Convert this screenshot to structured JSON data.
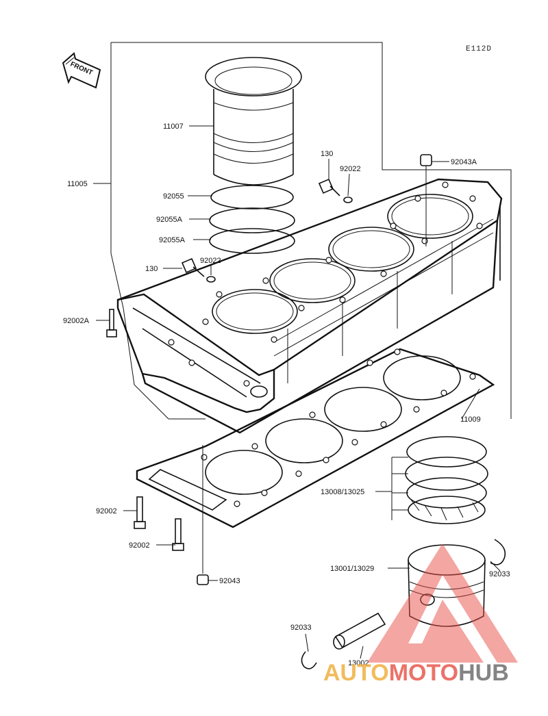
{
  "diagram_code": "E112D",
  "front_label": "FRONT",
  "parts": {
    "p11007": "11007",
    "p11005": "11005",
    "p92055": "92055",
    "p92055a_1": "92055A",
    "p92055a_2": "92055A",
    "p130_top": "130",
    "p92022_top": "92022",
    "p92043a": "92043A",
    "p130_mid": "130",
    "p92022_mid": "92022",
    "p92002a": "92002A",
    "p11009": "11009",
    "p13008": "13008/13025",
    "p92002_1": "92002",
    "p92002_2": "92002",
    "p92043": "92043",
    "p13001": "13001/13029",
    "p92033_r": "92033",
    "p92033_l": "92033",
    "p13002": "13002"
  },
  "watermark": {
    "part1": "AUTO",
    "part2": "MOTO",
    "part3": "HUB",
    "colors": {
      "auto": "#f0b040",
      "moto": "#e85a4f",
      "hub": "#6f6f6f",
      "triangle": "#e8504a"
    }
  }
}
